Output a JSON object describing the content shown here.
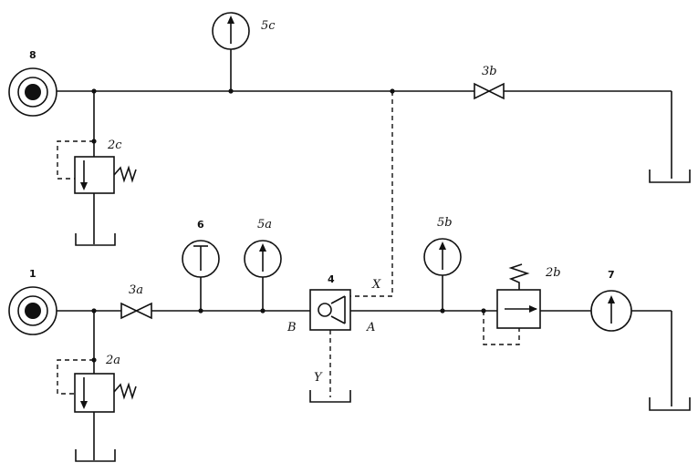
{
  "labels": {
    "pump_top": "8",
    "pump_bottom": "1",
    "gauge_top": "5c",
    "gauge_a": "5a",
    "gauge_b": "5b",
    "thermometer": "6",
    "flowmeter": "7",
    "valve_top": "3b",
    "valve_bottom": "3a",
    "relief_top": "2c",
    "relief_bottom": "2a",
    "reducer": "2b",
    "test_valve": "4",
    "port_x": "X",
    "port_y": "Y",
    "port_a": "A",
    "port_b": "B"
  }
}
